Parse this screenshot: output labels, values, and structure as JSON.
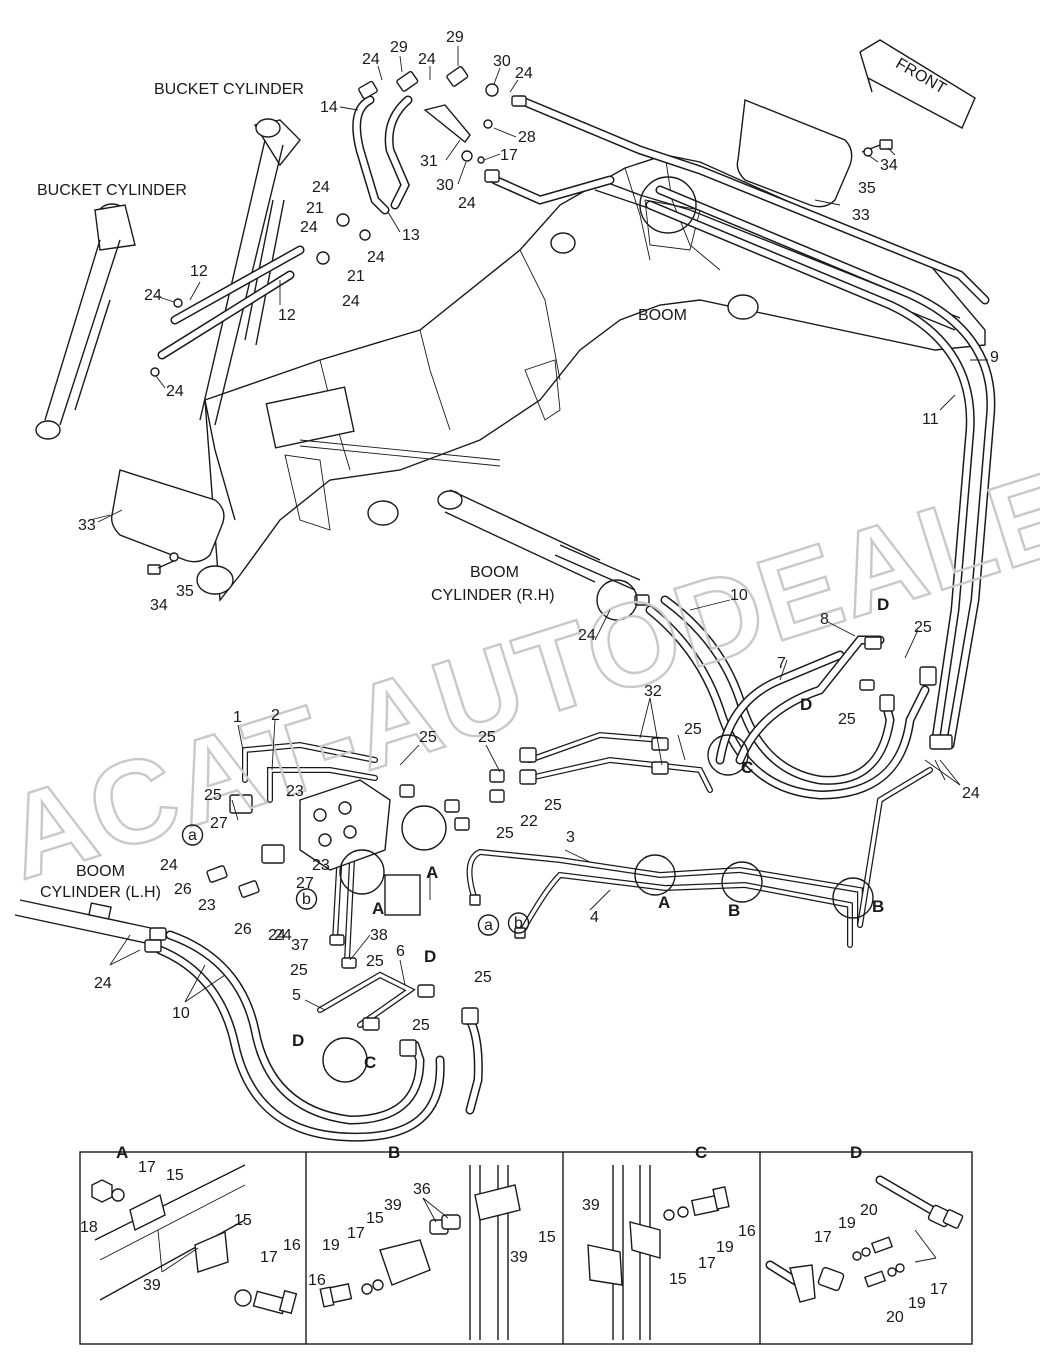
{
  "captions": {
    "bucket_cylinder_upper": "BUCKET CYLINDER",
    "bucket_cylinder_lower": "BUCKET CYLINDER",
    "boom": "BOOM",
    "boom_cylinder_rh_line1": "BOOM",
    "boom_cylinder_rh_line2": "CYLINDER (R.H)",
    "boom_cylinder_lh_line1": "BOOM",
    "boom_cylinder_lh_line2": "CYLINDER (L.H)",
    "front": "FRONT"
  },
  "watermark": {
    "line1": "ACAT-AUTODEALER.RU"
  },
  "callouts": [
    "24",
    "29",
    "24",
    "29",
    "30",
    "24",
    "14",
    "28",
    "31",
    "17",
    "30",
    "24",
    "13",
    "24",
    "21",
    "24",
    "24",
    "21",
    "24",
    "12",
    "12",
    "24",
    "24",
    "33",
    "34",
    "35",
    "9",
    "11",
    "34",
    "35",
    "33",
    "10",
    "24",
    "8",
    "25",
    "7",
    "D",
    "D",
    "25",
    "32",
    "25",
    "C",
    "25",
    "25",
    "22",
    "25",
    "24",
    "1",
    "2",
    "25",
    "25",
    "23",
    "27",
    "a",
    "24",
    "26",
    "23",
    "23",
    "26",
    "27",
    "b",
    "24",
    "3",
    "4",
    "A",
    "B",
    "B",
    "a",
    "b",
    "A",
    "A",
    "37",
    "38",
    "6",
    "D",
    "25",
    "25",
    "25",
    "24",
    "10",
    "5",
    "25",
    "D",
    "C"
  ],
  "callout_texts": {
    "c1": "24",
    "c2": "29",
    "c3": "24",
    "c4": "29",
    "c5": "30",
    "c6": "24",
    "c7": "14",
    "c8": "28",
    "c9": "31",
    "c10": "17",
    "c11": "30",
    "c12": "24",
    "c13": "13",
    "c14": "24",
    "c15": "21",
    "c16": "24",
    "c17": "24",
    "c18": "21",
    "c19": "24",
    "c20": "12",
    "c21": "12",
    "c22": "24",
    "c23": "24",
    "c24": "33",
    "c25": "34",
    "c26": "35",
    "c27": "9",
    "c28": "11",
    "c29": "34",
    "c30": "35",
    "c31": "33",
    "c32": "10",
    "c33": "24",
    "c34": "8",
    "c35": "25",
    "c36": "7",
    "c37": "D",
    "c38": "D",
    "c39": "25",
    "c40": "32",
    "c41": "25",
    "c42": "25",
    "c43": "C",
    "c44": "25",
    "c45": "22",
    "c46": "25",
    "c47": "24",
    "c48": "1",
    "c49": "2",
    "c50": "25",
    "c51": "25",
    "c52": "23",
    "c53": "27",
    "c54": "a",
    "c55": "24",
    "c56": "26",
    "c57": "23",
    "c58": "23",
    "c59": "26",
    "c60": "27",
    "c61": "b",
    "c62": "24",
    "c63": "3",
    "c64": "4",
    "c65": "A",
    "c66": "B",
    "c67": "B",
    "c68": "a",
    "c69": "b",
    "c70": "A",
    "c71": "A",
    "c72": "37",
    "c73": "38",
    "c74": "6",
    "c75": "D",
    "c76": "25",
    "c77": "25",
    "c78": "25",
    "c79": "24",
    "c80": "10",
    "c81": "5",
    "c82": "25",
    "c83": "D",
    "c84": "C",
    "c85": "24"
  },
  "details": {
    "A": {
      "title": "A",
      "labels": [
        "17",
        "15",
        "18",
        "15",
        "17",
        "16",
        "39"
      ]
    },
    "B": {
      "title": "B",
      "labels": [
        "36",
        "39",
        "17",
        "15",
        "19",
        "16",
        "39",
        "15"
      ]
    },
    "C": {
      "title": "C",
      "labels": [
        "39",
        "16",
        "19",
        "17",
        "15"
      ]
    },
    "D": {
      "title": "D",
      "labels": [
        "20",
        "19",
        "17",
        "19",
        "17",
        "20"
      ]
    }
  }
}
